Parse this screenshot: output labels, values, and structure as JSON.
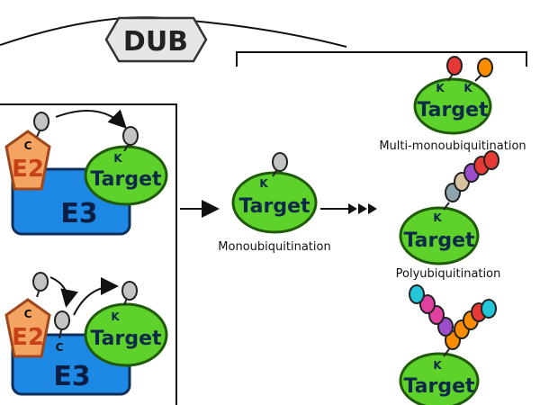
{
  "colors": {
    "target_fill": "#5fd12b",
    "target_stroke": "#1f5a0a",
    "e3_fill": "#1e88e5",
    "e3_stroke": "#0d2f5a",
    "e2_fill": "#f4a460",
    "e2_stroke": "#a0461c",
    "ubiquitin_grey": "#c4c4c4",
    "ubiquitin_red": "#e53935",
    "ubiquitin_orange": "#fb8c00",
    "ubiquitin_pink": "#e040a0",
    "ubiquitin_cyan": "#26c6da",
    "ubiquitin_purple": "#9c4dcc",
    "ubiquitin_blue_grey": "#90a4ae"
  },
  "dub": {
    "label": "DUB"
  },
  "e3_top": {
    "e2_label": "E2",
    "e3_label": "E3",
    "cysteine_label": "C",
    "target_label": "Target",
    "lysine_label": "K"
  },
  "e3_bottom": {
    "e2_label": "E2",
    "e3_label": "E3",
    "e2_cysteine_label": "C",
    "e3_cysteine_label": "C",
    "target_label": "Target",
    "lysine_label": "K"
  },
  "center": {
    "target_label": "Target",
    "lysine_label": "K",
    "caption": "Monoubiquitination"
  },
  "right": {
    "multi": {
      "target_label": "Target",
      "lysine_labels": [
        "K",
        "K"
      ],
      "caption": "Multi-monoubiquitination"
    },
    "poly": {
      "target_label": "Target",
      "lysine_label": "K",
      "caption": "Polyubiquitination"
    },
    "branched": {
      "target_label": "Target",
      "lysine_label": "K"
    }
  }
}
